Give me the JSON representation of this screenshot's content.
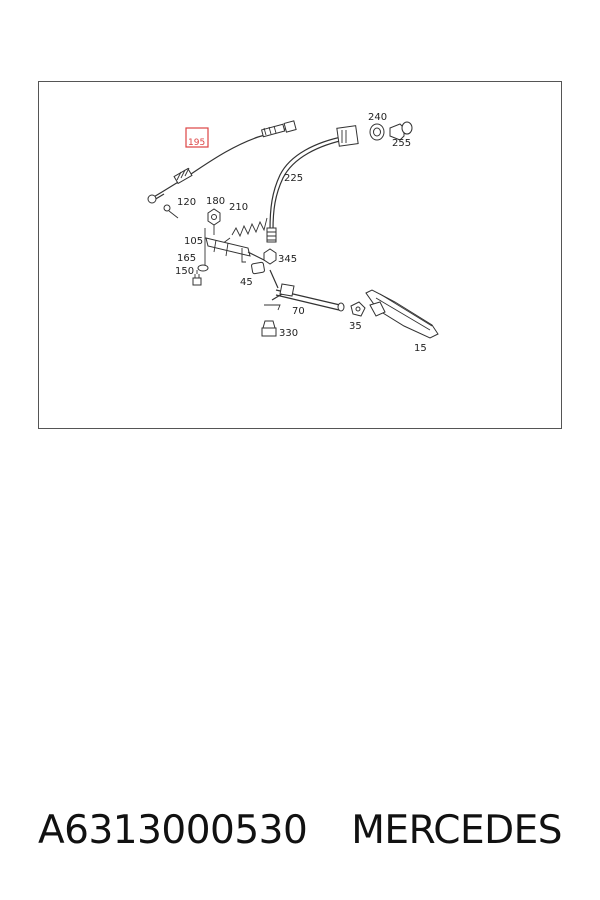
{
  "diagram": {
    "highlight_color": "#dd4444",
    "highlighted_part": "195",
    "callouts": {
      "p195": "195",
      "p240": "240",
      "p255": "255",
      "p225": "225",
      "p120": "120",
      "p180": "180",
      "p210": "210",
      "p105": "105",
      "p165": "165",
      "p150": "150",
      "p345": "345",
      "p45": "45",
      "p70": "70",
      "p35": "35",
      "p330": "330",
      "p15": "15"
    }
  },
  "caption": {
    "part_number": "A6313000530",
    "brand": "MERCEDES"
  }
}
